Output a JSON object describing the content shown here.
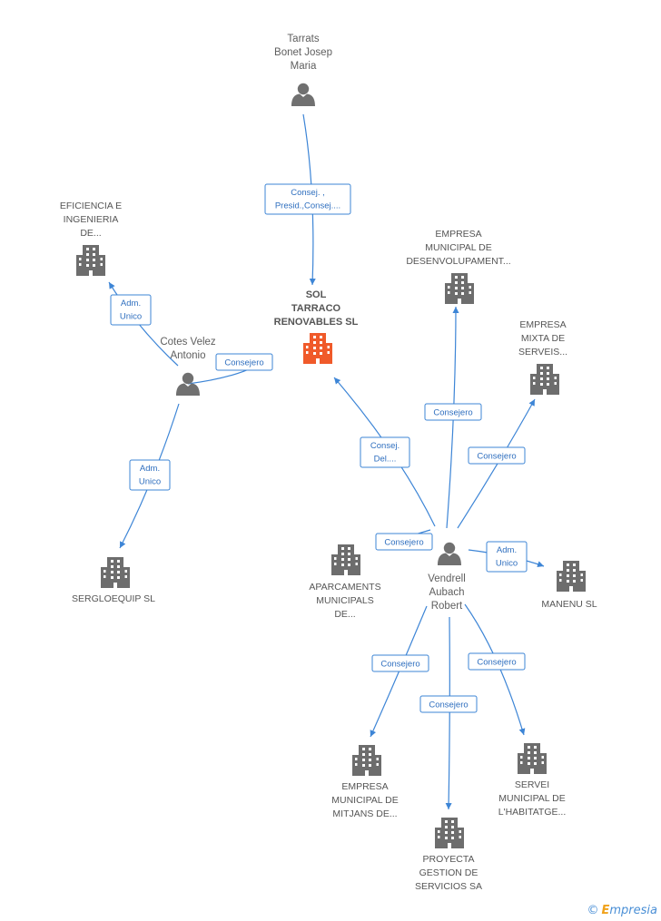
{
  "colors": {
    "edge": "#3d85d6",
    "company_icon": "#6d6d6d",
    "main_company_icon": "#f05a2a",
    "person_icon": "#707070"
  },
  "nodes": [
    {
      "id": "tarrats",
      "kind": "person",
      "lines": [
        "Tarrats",
        "Bonet Josep",
        "Maria"
      ]
    },
    {
      "id": "sol",
      "kind": "main",
      "lines": [
        "SOL",
        "TARRACO",
        "RENOVABLES SL"
      ]
    },
    {
      "id": "eficiencia",
      "kind": "company",
      "lines": [
        "EFICIENCIA E",
        "INGENIERIA",
        "DE..."
      ]
    },
    {
      "id": "cotes",
      "kind": "person",
      "lines": [
        "Cotes Velez",
        "Antonio"
      ]
    },
    {
      "id": "sergloequip",
      "kind": "company",
      "lines": [
        "SERGLOEQUIP SL"
      ]
    },
    {
      "id": "emd",
      "kind": "company",
      "lines": [
        "EMPRESA",
        "MUNICIPAL DE",
        "DESENVOLUPAMENT..."
      ]
    },
    {
      "id": "emms",
      "kind": "company",
      "lines": [
        "EMPRESA",
        "MIXTA DE",
        "SERVEIS..."
      ]
    },
    {
      "id": "aparcaments",
      "kind": "company",
      "lines": [
        "APARCAMENTS",
        "MUNICIPALS",
        "DE..."
      ]
    },
    {
      "id": "vendrell",
      "kind": "person",
      "lines": [
        "Vendrell",
        "Aubach",
        "Robert"
      ]
    },
    {
      "id": "manenu",
      "kind": "company",
      "lines": [
        "MANENU SL"
      ]
    },
    {
      "id": "emmitjans",
      "kind": "company",
      "lines": [
        "EMPRESA",
        "MUNICIPAL DE",
        "MITJANS DE..."
      ]
    },
    {
      "id": "proyecta",
      "kind": "company",
      "lines": [
        "PROYECTA",
        "GESTION DE",
        "SERVICIOS SA"
      ]
    },
    {
      "id": "servei",
      "kind": "company",
      "lines": [
        "SERVEI",
        "MUNICIPAL DE",
        "L'HABITATGE..."
      ]
    }
  ],
  "edges": [
    {
      "id": "e1",
      "from": "tarrats",
      "to": "sol",
      "label": [
        "Consej. ,",
        "Presid.,Consej...."
      ]
    },
    {
      "id": "e2",
      "from": "cotes",
      "to": "eficiencia",
      "label": [
        "Adm.",
        "Unico"
      ]
    },
    {
      "id": "e3",
      "from": "cotes",
      "to": "sol",
      "label": [
        "Consejero"
      ]
    },
    {
      "id": "e4",
      "from": "cotes",
      "to": "sergloequip",
      "label": [
        "Adm.",
        "Unico"
      ]
    },
    {
      "id": "e5",
      "from": "vendrell",
      "to": "sol",
      "label": [
        "Consej.",
        "Del...."
      ]
    },
    {
      "id": "e6",
      "from": "vendrell",
      "to": "emd",
      "label": [
        "Consejero"
      ]
    },
    {
      "id": "e7",
      "from": "vendrell",
      "to": "emms",
      "label": [
        "Consejero"
      ]
    },
    {
      "id": "e8",
      "from": "vendrell",
      "to": "aparcaments",
      "label": [
        "Consejero"
      ]
    },
    {
      "id": "e9",
      "from": "vendrell",
      "to": "manenu",
      "label": [
        "Adm.",
        "Unico"
      ]
    },
    {
      "id": "e10",
      "from": "vendrell",
      "to": "emmitjans",
      "label": [
        "Consejero"
      ]
    },
    {
      "id": "e11",
      "from": "vendrell",
      "to": "proyecta",
      "label": [
        "Consejero"
      ]
    },
    {
      "id": "e12",
      "from": "vendrell",
      "to": "servei",
      "label": [
        "Consejero"
      ]
    }
  ],
  "watermark": {
    "copyright": "©",
    "brand_e": "E",
    "brand_rest": "mpresia"
  }
}
